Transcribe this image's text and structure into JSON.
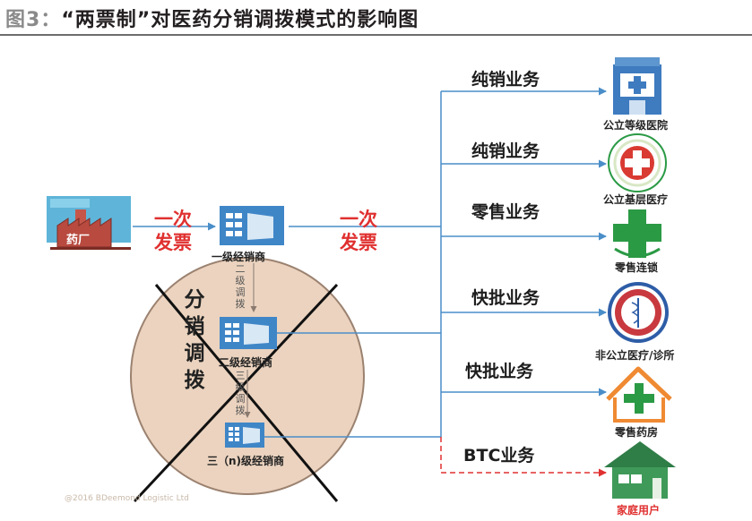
{
  "title": {
    "prefix": "图3：",
    "text": "“两票制”对医药分销调拨模式的影响图"
  },
  "pharma_factory": "药厂",
  "first_invoice_left": [
    "一次",
    "发票"
  ],
  "first_invoice_right": [
    "一次",
    "发票"
  ],
  "level1_distributor": "一级经销商",
  "level2_distributor": "二级经销商",
  "level3_distributor": "三（n)级经销商",
  "transfer_1": [
    "二",
    "级",
    "调",
    "拨"
  ],
  "transfer_2": [
    "三",
    "级",
    "调",
    "拨"
  ],
  "distribution_transfer": [
    "分",
    "销",
    "调",
    "拨"
  ],
  "channels": [
    {
      "business": "纯销业务",
      "destination": "公立等级医院",
      "icon": "hospital-building-icon"
    },
    {
      "business": "纯销业务",
      "destination": "公立基层医疗",
      "icon": "red-cross-emblem-icon"
    },
    {
      "business": "零售业务",
      "destination": "零售连锁",
      "icon": "green-cross-icon"
    },
    {
      "business": "快批业务",
      "destination": "非公立医疗/诊所",
      "icon": "medical-seal-icon"
    },
    {
      "business": "快批业务",
      "destination": "零售药房",
      "icon": "pharmacy-house-icon"
    },
    {
      "business": "BTC业务",
      "destination": "家庭用户",
      "icon": "home-icon"
    }
  ],
  "watermark": "@2016 BDeemond Logistic Ltd",
  "colors": {
    "line_blue": "#4a8ec9",
    "invoice_red": "#e03030",
    "circle_fill": "#ebd3bf",
    "circle_stroke": "#9b8270",
    "icon_blue": "#3e7bbf",
    "icon_green": "#2b9a45",
    "icon_orange": "#ef8a33",
    "house_green": "#3f9a59"
  }
}
